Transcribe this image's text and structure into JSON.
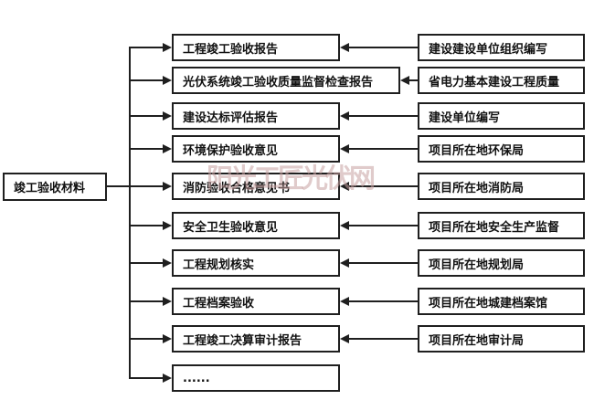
{
  "watermark": "阳光工匠光伏网",
  "root_label": "竣工验收材料",
  "colors": {
    "line": "#1f1f1f",
    "background": "#ffffff",
    "watermark": "#c6a0a0"
  },
  "rows": [
    {
      "doc": "工程竣工验收报告",
      "source": "建设建设单位组织编写"
    },
    {
      "doc": "光伏系统竣工验收质量监督检查报告",
      "source": "省电力基本建设工程质量"
    },
    {
      "doc": "建设达标评估报告",
      "source": "建设单位编写"
    },
    {
      "doc": "环境保护验收意见",
      "source": "项目所在地环保局"
    },
    {
      "doc": "消防验收合格意见书",
      "source": "项目所在地消防局"
    },
    {
      "doc": "安全卫生验收意见",
      "source": "项目所在地安全生产监督"
    },
    {
      "doc": "工程规划核实",
      "source": "项目所在地规划局"
    },
    {
      "doc": "工程档案验收",
      "source": "项目所在地城建档案馆"
    },
    {
      "doc": "工程竣工决算审计报告",
      "source": "项目所在地审计局"
    },
    {
      "doc": "......",
      "source": null
    }
  ]
}
